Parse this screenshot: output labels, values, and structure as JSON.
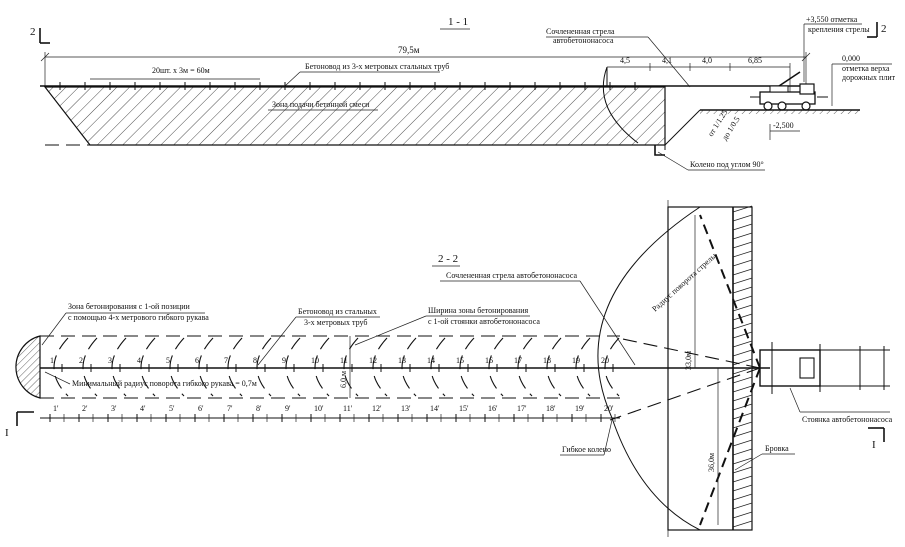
{
  "section_1": {
    "title": "1 - 1",
    "marker_left": "2",
    "marker_right": "2",
    "total_length": "79,5м",
    "pipes_note": "20шт. х 3м = 60м",
    "pipeline_label": "Бетоновод из 3-х метровых стальных труб",
    "zone_label": "Зона подачи бетонной смеси",
    "boom_label_line1": "Сочлененная стрела",
    "boom_label_line2": "автобетононасоса",
    "mark_top_line1": "+3,550 отметка",
    "mark_top_line2": "крепления стрелы",
    "mark_zero_line1": "0,000",
    "mark_zero_line2": "отметка верха",
    "mark_zero_line3": "дорожных плит",
    "mark_bottom": "-2,500",
    "dims": [
      "4,5",
      "4,1",
      "4,0",
      "6,85"
    ],
    "slope_1": "от 1/1.25",
    "slope_2": "до 1/0.5",
    "elbow_label": "Колено под углом 90°"
  },
  "section_2": {
    "title": "2 - 2",
    "boom_label": "Сочлененная стрела автобетононасоса",
    "radius_label": "Радиус поворота стрелы",
    "zone_first_line1": "Зона бетонирования с 1-ой позиции",
    "zone_first_line2": "с помощью 4-х метрового гибкого рукава",
    "pipeline_line1": "Бетоновод из стальных",
    "pipeline_line2": "3-х метровых труб",
    "width_zone_line1": "Ширина зоны бетонирования",
    "width_zone_line2": "с 1-ой стоянки автобетононасоса",
    "min_radius": "Минимальный радиус поворота гибкого рукава = 0,7м",
    "width_value": "6,0 м",
    "span_33": "33,0м",
    "span_36": "36,0м",
    "parking_label": "Стоянка автобетононасоса",
    "brovka_label": "Бровка",
    "flex_elbow_label": "Гибкое колено",
    "section_marker_left": "I",
    "section_marker_right": "I",
    "positions": [
      "1",
      "2",
      "3",
      "4",
      "5",
      "6",
      "7",
      "8",
      "9",
      "10",
      "11",
      "12",
      "13",
      "14",
      "15",
      "16",
      "17",
      "18",
      "19",
      "20"
    ],
    "pipes": [
      "1'",
      "2'",
      "3'",
      "4'",
      "5'",
      "6'",
      "7'",
      "8'",
      "9'",
      "10'",
      "11'",
      "12'",
      "13'",
      "14'",
      "15'",
      "16'",
      "17'",
      "18'",
      "19'",
      "20'"
    ]
  }
}
